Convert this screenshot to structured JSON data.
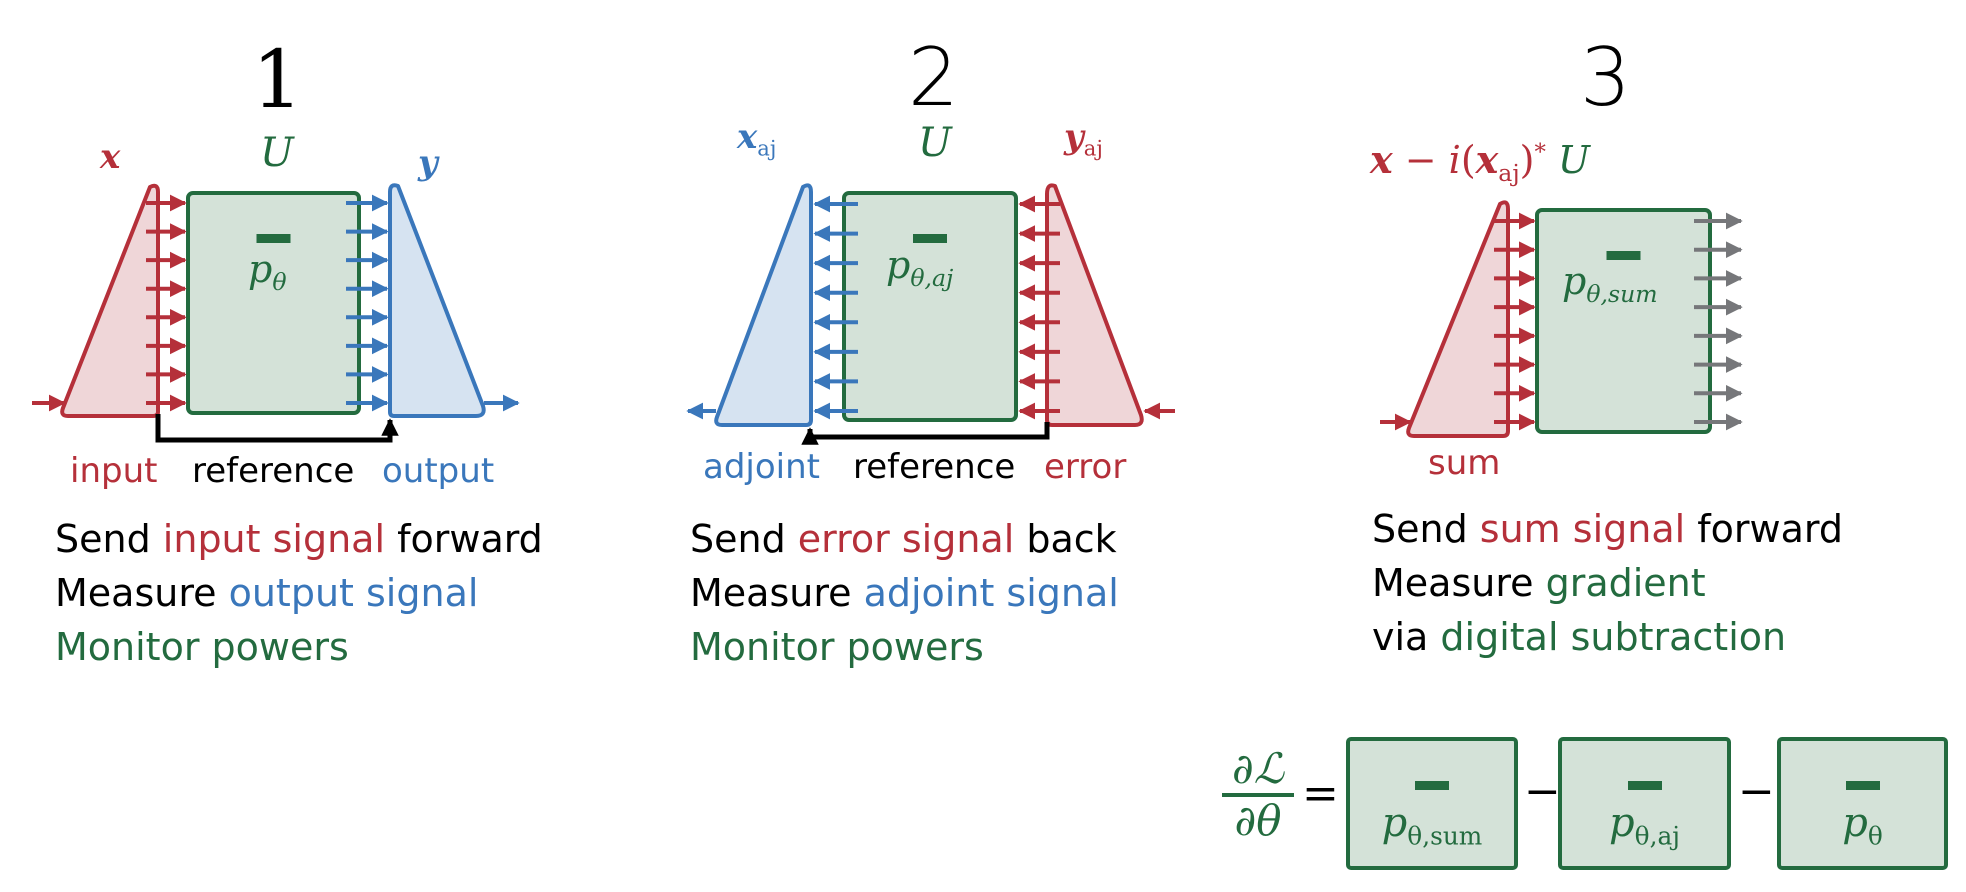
{
  "colors": {
    "red": "#b5303a",
    "red_fill": "#efd6d8",
    "blue": "#3a77bb",
    "blue_fill": "#d6e3f1",
    "green": "#236b3f",
    "green_fill": "#d4e2d8",
    "gray": "#76777a",
    "black": "#000000"
  },
  "panels": [
    {
      "number": "1",
      "left_symbol": "x",
      "left_subscript": "",
      "center_symbol": "U",
      "right_symbol": "y",
      "right_subscript": "",
      "power_label": "p",
      "power_subscript": "θ",
      "labels": {
        "left": "input",
        "middle": "reference",
        "right": "output"
      },
      "description": [
        {
          "parts": [
            {
              "text": "Send ",
              "color": "black"
            },
            {
              "text": "input signal",
              "color": "red"
            },
            {
              "text": " forward",
              "color": "black"
            }
          ]
        },
        {
          "parts": [
            {
              "text": "Measure ",
              "color": "black"
            },
            {
              "text": "output signal",
              "color": "blue"
            }
          ]
        },
        {
          "parts": [
            {
              "text": "Monitor powers",
              "color": "green"
            }
          ]
        }
      ]
    },
    {
      "number": "2",
      "left_symbol": "x",
      "left_subscript": "aj",
      "center_symbol": "U",
      "right_symbol": "y",
      "right_subscript": "aj",
      "power_label": "p",
      "power_subscript": "θ,aj",
      "labels": {
        "left": "adjoint",
        "middle": "reference",
        "right": "error"
      },
      "description": [
        {
          "parts": [
            {
              "text": "Send ",
              "color": "black"
            },
            {
              "text": "error signal",
              "color": "red"
            },
            {
              "text": " back",
              "color": "black"
            }
          ]
        },
        {
          "parts": [
            {
              "text": "Measure ",
              "color": "black"
            },
            {
              "text": "adjoint signal",
              "color": "blue"
            }
          ]
        },
        {
          "parts": [
            {
              "text": "Monitor powers",
              "color": "green"
            }
          ]
        }
      ]
    },
    {
      "number": "3",
      "top_label": {
        "x": "x",
        "minus": " − ",
        "i": "i",
        "open": "(",
        "xaj": "x",
        "xaj_sub": "aj",
        "close": ")",
        "star": "*",
        "U": "U"
      },
      "power_label": "p",
      "power_subscript": "θ,sum",
      "labels": {
        "left": "sum"
      },
      "description": [
        {
          "parts": [
            {
              "text": "Send ",
              "color": "black"
            },
            {
              "text": "sum signal",
              "color": "red"
            },
            {
              "text": " forward",
              "color": "black"
            }
          ]
        },
        {
          "parts": [
            {
              "text": "Measure ",
              "color": "black"
            },
            {
              "text": "gradient",
              "color": "green"
            }
          ]
        },
        {
          "parts": [
            {
              "text": "via ",
              "color": "black"
            },
            {
              "text": "digital subtraction",
              "color": "green"
            }
          ]
        }
      ]
    }
  ],
  "equation": {
    "numerator": "∂ℒ",
    "denominator": "∂θ",
    "equals": "=",
    "minus": "−",
    "terms": [
      {
        "p": "p",
        "sub": "θ,sum"
      },
      {
        "p": "p",
        "sub": "θ,aj"
      },
      {
        "p": "p",
        "sub": "θ"
      }
    ]
  },
  "waveguide_count": 8
}
